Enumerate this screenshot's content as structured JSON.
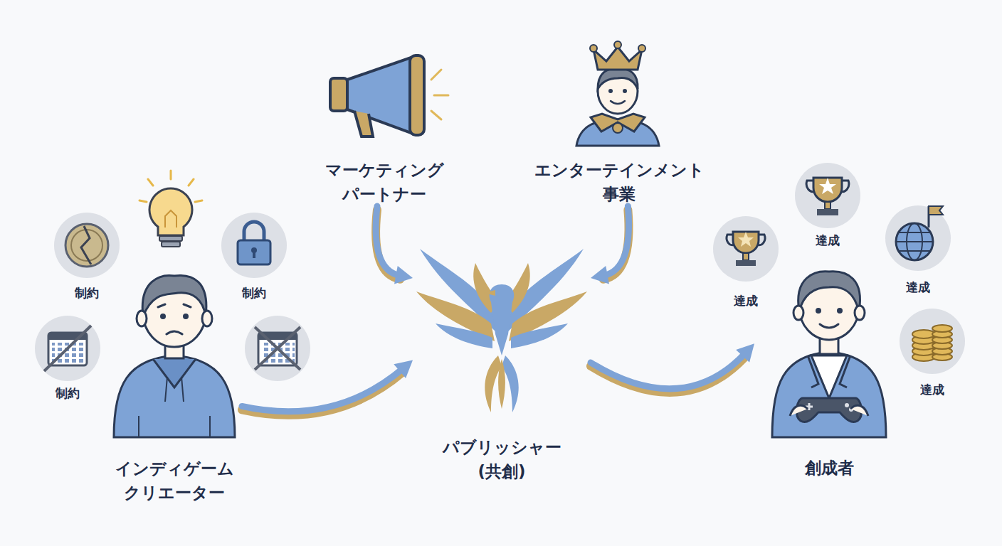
{
  "diagram": {
    "nodes": [
      {
        "text": [
          "インディゲーム クリエーター"
        ]
      },
      {
        "text": [
          "マーケティング パートナー"
        ]
      },
      {
        "text": [
          "エンターテインメント 事業"
        ]
      },
      {
        "text": [
          "パブリッシャー (共創)"
        ]
      },
      {
        "text": [
          "創成者"
        ]
      }
    ],
    "edges": [
      {
        "from": 0,
        "to": 3,
        "arrow": "to"
      },
      {
        "from": 1,
        "to": 3,
        "arrow": "to"
      },
      {
        "from": 2,
        "to": 3,
        "arrow": "to"
      },
      {
        "from": 3,
        "to": 4,
        "arrow": "to"
      }
    ],
    "labels": [
      "制約",
      "制約",
      "制約",
      "達成",
      "達成",
      "達成",
      "達成"
    ]
  }
}
